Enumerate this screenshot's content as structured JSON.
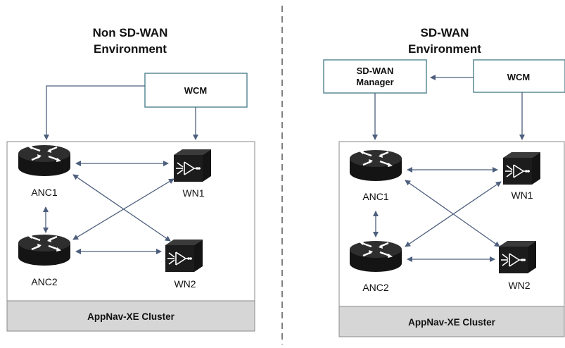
{
  "colors": {
    "box_stroke": "#5b8a96",
    "cluster_stroke": "#8a8a8a",
    "cluster_footer": "#d6d6d6",
    "arrow": "#4d5f7d",
    "divider": "#808080",
    "device": "#1c1c1c"
  },
  "left": {
    "title_line1": "Non SD-WAN",
    "title_line2": "Environment",
    "wcm_label": "WCM",
    "anc1_label": "ANC1",
    "anc2_label": "ANC2",
    "wn1_label": "WN1",
    "wn2_label": "WN2",
    "cluster_label": "AppNav-XE Cluster"
  },
  "right": {
    "title_line1": "SD-WAN",
    "title_line2": "Environment",
    "manager_label_line1": "SD-WAN",
    "manager_label_line2": "Manager",
    "wcm_label": "WCM",
    "anc1_label": "ANC1",
    "anc2_label": "ANC2",
    "wn1_label": "WN1",
    "wn2_label": "WN2",
    "cluster_label": "AppNav-XE Cluster"
  },
  "icons": {
    "router": "router-icon",
    "wan_optimizer": "wan-optimizer-icon"
  }
}
